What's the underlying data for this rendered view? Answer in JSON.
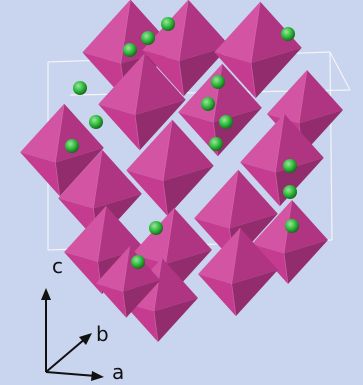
{
  "figure": {
    "background_color": "#c9d4ee",
    "octahedron_color": "#cc3d96",
    "atom_color": "#2fbf3a",
    "cell_edge_color": "#f4f4f8"
  },
  "axes": {
    "c_label": "c",
    "b_label": "b",
    "a_label": "a"
  }
}
